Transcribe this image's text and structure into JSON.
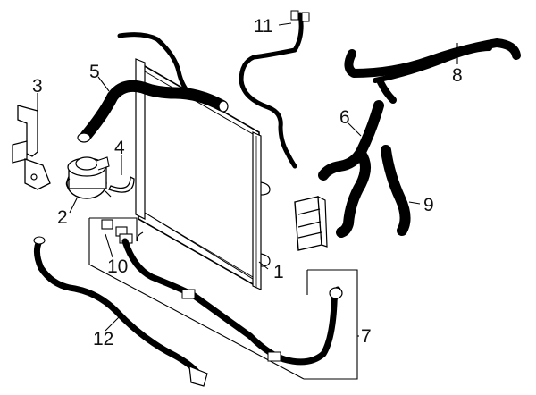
{
  "diagram": {
    "callouts": [
      {
        "id": "1",
        "text": "1"
      },
      {
        "id": "2",
        "text": "2"
      },
      {
        "id": "3",
        "text": "3"
      },
      {
        "id": "4",
        "text": "4"
      },
      {
        "id": "5",
        "text": "5"
      },
      {
        "id": "6",
        "text": "6"
      },
      {
        "id": "7",
        "text": "7"
      },
      {
        "id": "8",
        "text": "8"
      },
      {
        "id": "9",
        "text": "9"
      },
      {
        "id": "10",
        "text": "10"
      },
      {
        "id": "11",
        "text": "11"
      },
      {
        "id": "12",
        "text": "12"
      }
    ],
    "colors": {
      "line": "#000000",
      "background": "#ffffff",
      "text": "#111111"
    }
  }
}
